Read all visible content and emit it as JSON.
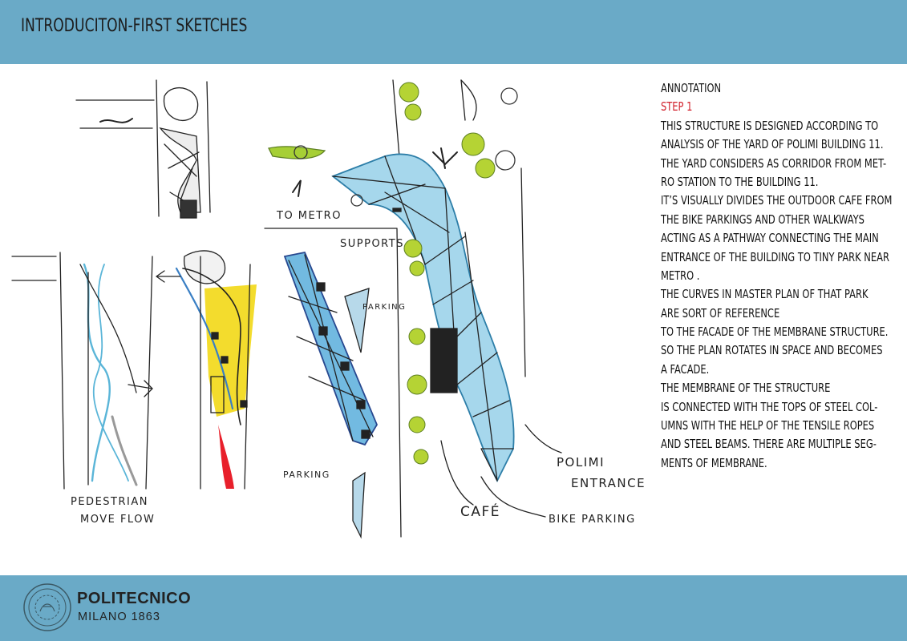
{
  "header": {
    "title": "INTRODUCITON-FIRST SKETCHES"
  },
  "colors": {
    "band": "#6aaac7",
    "step_red": "#d1202b",
    "membrane_blue": "#9fd3ea",
    "tree_green": "#b5d334"
  },
  "annotation": {
    "heading": "ANNOTATION",
    "step": "STEP 1",
    "lines": [
      "THIS STRUCTURE IS DESIGNED ACCORDING TO",
      "ANALYSIS OF THE YARD OF POLIMI BUILDING 11.",
      "THE YARD CONSIDERS AS CORRIDOR FROM MET-",
      "RO STATION TO THE BUILDING 11.",
      "IT’S VISUALLY DIVIDES THE OUTDOOR CAFE FROM",
      "THE BIKE PARKINGS AND OTHER WALKWAYS",
      "ACTING AS A PATHWAY CONNECTING THE MAIN",
      "ENTRANCE OF THE BUILDING TO TINY PARK NEAR",
      "METRO .",
      "THE CURVES IN MASTER PLAN OF THAT PARK",
      "ARE SORT OF  REFERENCE",
      "TO THE FACADE OF THE MEMBRANE STRUCTURE.",
      "SO THE PLAN ROTATES IN SPACE AND BECOMES",
      "A FACADE.",
      "THE MEMBRANE OF THE STRUCTURE",
      "IS CONNECTED WITH THE TOPS OF  STEEL COL-",
      "UMNS WITH THE HELP OF THE TENSILE ROPES",
      "AND STEEL BEAMS. THERE ARE MULTIPLE SEG-",
      "MENTS OF MEMBRANE."
    ]
  },
  "sketch": {
    "labels": {
      "to_metro": "TO METRO",
      "supports": "SUPPORTS",
      "parking_1": "PARKING",
      "parking_2": "PARKING",
      "pedestrian_1": "PEDESTRIAN",
      "pedestrian_2": "MOVE FLOW",
      "polimi_1": "POLIMI",
      "polimi_2": "ENTRANCE",
      "cafe": "CAFÉ",
      "bike_parking": "BIKE PARKING"
    }
  },
  "footer": {
    "logo_name": "POLITECNICO",
    "logo_sub": "MILANO 1863"
  }
}
